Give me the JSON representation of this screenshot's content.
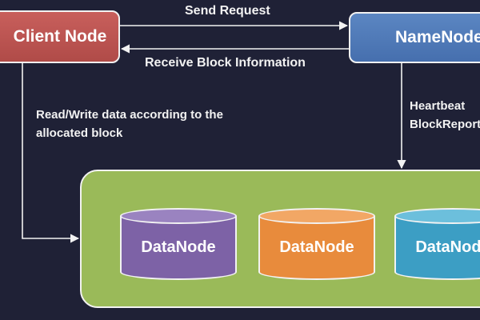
{
  "nodes": {
    "client": "Client Node",
    "namenode": "NameNode"
  },
  "edges": {
    "send_request": "Send Request",
    "receive_block_info": "Receive Block Information",
    "read_write": "Read/Write data according to the allocated block",
    "heartbeat": "Heartbeat",
    "block_report": "BlockReport"
  },
  "datanodes": [
    "DataNode",
    "DataNode",
    "DataNode"
  ],
  "colors": {
    "background": "#1f2136",
    "client_node": "#b04b48",
    "namenode": "#466fae",
    "cluster": "#9aba59",
    "datanode_purple": "#7d62a6",
    "datanode_orange": "#e88b3c",
    "datanode_blue": "#3c9ec4"
  }
}
